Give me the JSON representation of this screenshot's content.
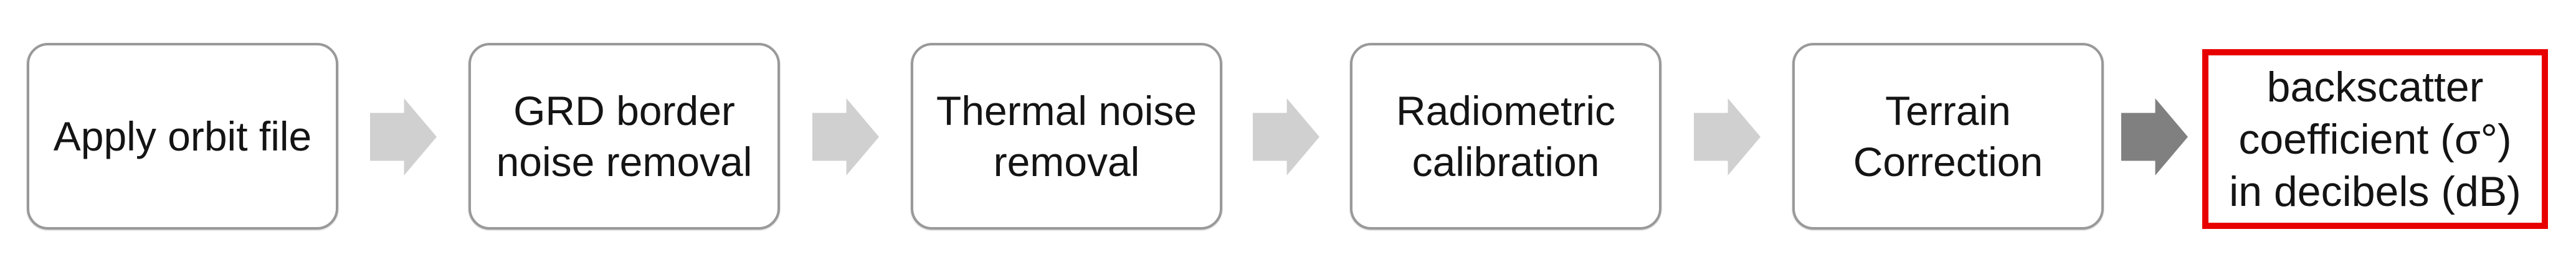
{
  "workflow": {
    "steps": [
      {
        "label": "Apply orbit file",
        "highlighted": false
      },
      {
        "label": "GRD border\nnoise removal",
        "highlighted": false
      },
      {
        "label": "Thermal noise\nremoval",
        "highlighted": false
      },
      {
        "label": "Radiometric\ncalibration",
        "highlighted": false
      },
      {
        "label": "Terrain\nCorrection",
        "highlighted": false
      },
      {
        "label": "backscatter\ncoefficient (σ°)\nin decibels (dB)",
        "highlighted": true
      }
    ],
    "arrows": [
      {
        "style": "light"
      },
      {
        "style": "light"
      },
      {
        "style": "light"
      },
      {
        "style": "light"
      },
      {
        "style": "dark"
      }
    ],
    "colors": {
      "background": "#ffffff",
      "box-border": "#999999",
      "highlight-border": "#e80000",
      "arrow-light": "#d0d0d0",
      "arrow-dark": "#808080",
      "text": "#141414"
    }
  }
}
